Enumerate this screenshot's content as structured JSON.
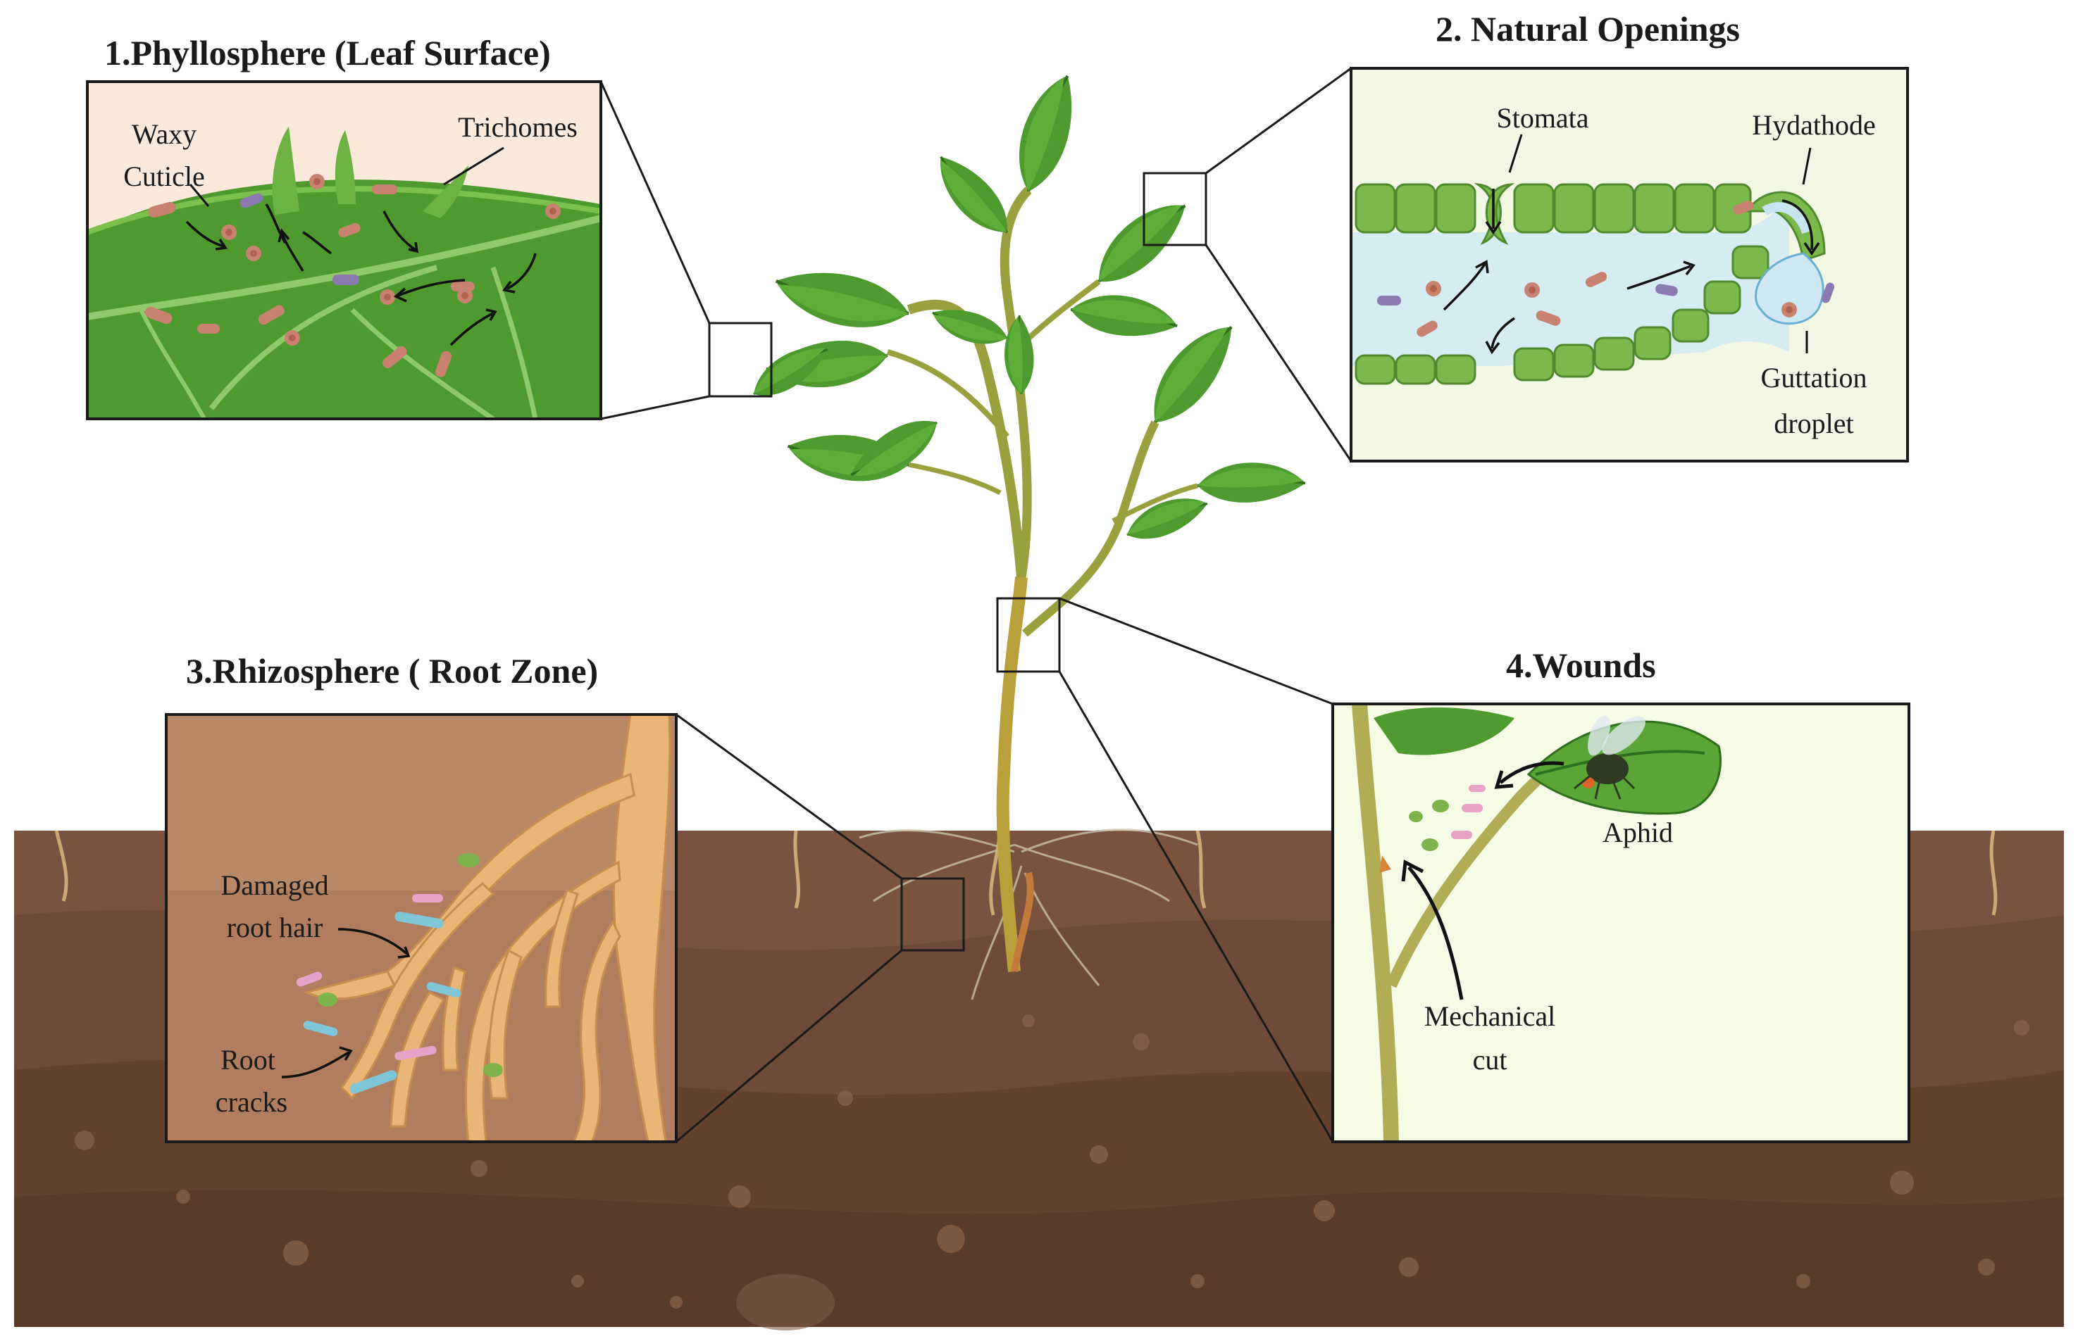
{
  "panels": {
    "phyllosphere": {
      "title": "1.Phyllosphere (Leaf Surface)",
      "labels": {
        "cuticle_1": "Waxy",
        "cuticle_2": "Cuticle",
        "trichomes": "Trichomes"
      }
    },
    "openings": {
      "title": "2. Natural Openings",
      "labels": {
        "stomata": "Stomata",
        "hydathode": "Hydathode",
        "droplet_1": "Guttation",
        "droplet_2": "droplet"
      }
    },
    "rhizosphere": {
      "title": "3.Rhizosphere ( Root Zone)",
      "labels": {
        "damaged_1": "Damaged",
        "damaged_2": "root hair",
        "cracks_1": "Root",
        "cracks_2": "cracks"
      }
    },
    "wounds": {
      "title": "4.Wounds",
      "labels": {
        "aphid": "Aphid",
        "cut_1": "Mechanical",
        "cut_2": "cut"
      }
    }
  },
  "colors": {
    "soil_top": "#7a5240",
    "soil_mid": "#6b4838",
    "soil_deep": "#5c3d2e",
    "leaf": "#4e9a2e",
    "leaf_dark": "#2e6e1c",
    "stem": "#9a9a3e",
    "phyllo_bg": "#fbe9dc",
    "openings_bg": "#f3f8e4",
    "rhizo_bg": "#b07d5e",
    "root": "#e9b676",
    "wound_bg": "#f6fbe6"
  }
}
